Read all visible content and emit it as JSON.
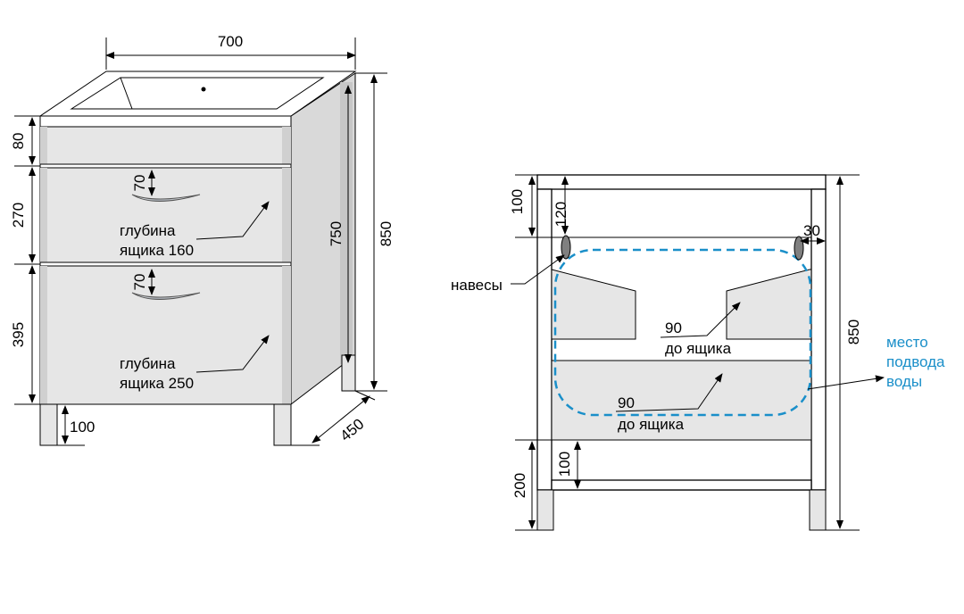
{
  "left_view": {
    "dim_width": "700",
    "dim_top": "80",
    "dim_drawer1": "270",
    "dim_drawer2": "395",
    "dim_handle1": "70",
    "dim_handle2": "70",
    "dim_leg": "100",
    "dim_body": "750",
    "dim_total": "850",
    "dim_depth": "450",
    "drawer1_label_line1": "глубина",
    "drawer1_label_line2": "ящика 160",
    "drawer2_label_line1": "глубина",
    "drawer2_label_line2": "ящика 250"
  },
  "right_view": {
    "dim_top": "100",
    "dim_hinge": "120",
    "dim_hinge_offset": "30",
    "dim_bottom_gap": "100",
    "dim_base": "200",
    "dim_total": "850",
    "hinges_label": "навесы",
    "drawer_top_value": "90",
    "drawer_top_label": "до ящика",
    "drawer_bottom_value": "90",
    "drawer_bottom_label": "до ящика",
    "water_label_line1": "место",
    "water_label_line2": "подвода",
    "water_label_line3": "воды"
  },
  "colors": {
    "panel_fill": "#e6e6e6",
    "side_fill": "#d9d9d9",
    "dark_edge": "#c7c7c7",
    "water_outline": "#1a8fc9",
    "hinge_fill": "#808080"
  }
}
